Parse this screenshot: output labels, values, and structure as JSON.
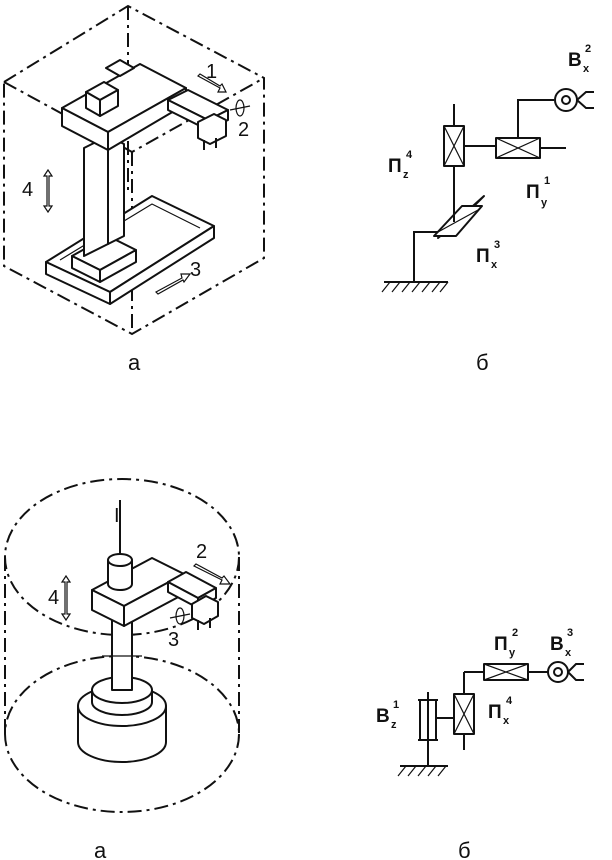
{
  "figure_top": {
    "caption_a": "а",
    "caption_b": "б",
    "motion_labels": [
      "1",
      "2",
      "3",
      "4"
    ],
    "joints": [
      {
        "letter": "B",
        "sub": "x",
        "sup": "2"
      },
      {
        "letter": "П",
        "sub": "z",
        "sup": "4"
      },
      {
        "letter": "П",
        "sub": "y",
        "sup": "1"
      },
      {
        "letter": "П",
        "sub": "x",
        "sup": "3"
      }
    ]
  },
  "figure_bottom": {
    "caption_a": "а",
    "caption_b": "б",
    "axis_label": "I",
    "motion_labels": [
      "2",
      "3",
      "4"
    ],
    "joints": [
      {
        "letter": "B",
        "sub": "z",
        "sup": "1"
      },
      {
        "letter": "П",
        "sub": "y",
        "sup": "2"
      },
      {
        "letter": "B",
        "sub": "x",
        "sup": "3"
      },
      {
        "letter": "П",
        "sub": "x",
        "sup": "4"
      }
    ]
  }
}
